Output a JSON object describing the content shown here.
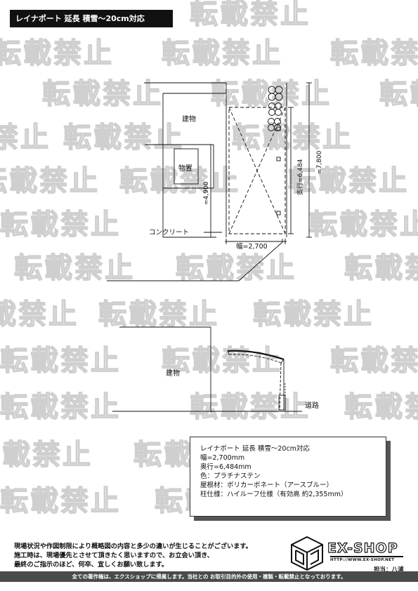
{
  "title": "レイナポート 延長 積雪～20cm対応",
  "watermark": "転載禁止",
  "plan": {
    "building_label": "建物",
    "storage_label": "物置",
    "concrete_label": "コンクリート",
    "width_dim": "幅=2,700",
    "depth_dim": "奥行=6,484",
    "total_dim": "=7,800",
    "offset_dim": "=4,900"
  },
  "elevation": {
    "building_label": "建物",
    "road_label": "道路"
  },
  "spec": {
    "lines": [
      "レイナポート 延長 積雪～20cm対応",
      "幅=2,700mm",
      "奥行=6,484mm",
      "色：プラチナステン",
      "屋根材：ポリカーボネート（アースブルー）",
      "柱仕様：ハイルーフ仕様（有効高 約2,355mm）"
    ]
  },
  "notes": [
    "現場状況や作図制限により概略図の内容と多少の違いが生じることがございます。",
    "施工時は、現場優先とさせて頂きたく思いますので、お立会い頂き、",
    "最終のご指示のほど、何卒、宜しくお願い致します。"
  ],
  "logo": {
    "name": "EX-SHOP",
    "url": "HTTP://WWW.EX-SHOP.NET",
    "staff": "担当：八浦"
  },
  "footer": "全ての著作権は、エクスショップに帰属します。当社との お取引目的外の使用・複製・転載禁止となっております。",
  "colors": {
    "ink": "#111111",
    "footer_bg": "#4a4a4a",
    "watermark": "#cfcfcf"
  }
}
